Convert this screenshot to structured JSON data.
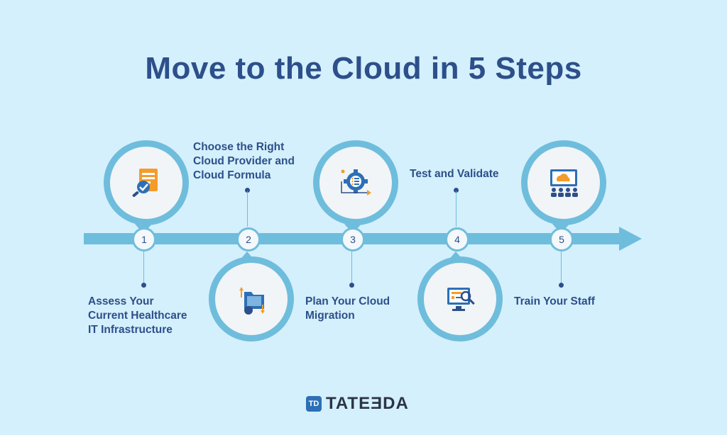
{
  "title": "Move to the Cloud in 5 Steps",
  "steps": [
    {
      "number": "1",
      "label": "Assess Your\nCurrent Healthcare\nIT Infrastructure",
      "icon": "document-check-icon"
    },
    {
      "number": "2",
      "label": "Choose the Right\nCloud Provider and\nCloud Formula",
      "icon": "folder-transfer-icon"
    },
    {
      "number": "3",
      "label": "Plan Your Cloud\nMigration",
      "icon": "gear-list-icon"
    },
    {
      "number": "4",
      "label": "Test and Validate",
      "icon": "monitor-search-icon"
    },
    {
      "number": "5",
      "label": "Train Your Staff",
      "icon": "presentation-cloud-icon"
    }
  ],
  "logo": {
    "mark": "TD",
    "text": "TATEƎDA"
  },
  "colors": {
    "background": "#d4f0fc",
    "title": "#2d4f8a",
    "timeline": "#6fbddc",
    "accent_orange": "#f39c2b",
    "accent_blue": "#2d6fb6"
  }
}
